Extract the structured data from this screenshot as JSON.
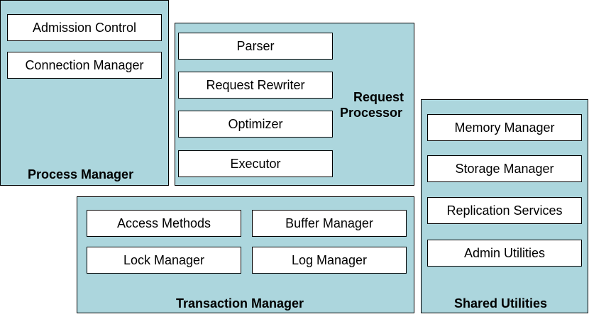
{
  "process_manager": {
    "title": "Process Manager",
    "components": [
      "Admission Control",
      "Connection Manager"
    ]
  },
  "request_processor": {
    "title_line1": "Request",
    "title_line2": "Processor",
    "components": [
      "Parser",
      "Request Rewriter",
      "Optimizer",
      "Executor"
    ]
  },
  "shared_utilities": {
    "title": "Shared Utilities",
    "components": [
      "Memory Manager",
      "Storage Manager",
      "Replication Services",
      "Admin Utilities"
    ]
  },
  "transaction_manager": {
    "title": "Transaction Manager",
    "components": [
      "Access Methods",
      "Buffer Manager",
      "Lock Manager",
      "Log Manager"
    ]
  },
  "colors": {
    "panel_fill": "#acd6dd",
    "box_fill": "#ffffff",
    "border": "#000000"
  }
}
